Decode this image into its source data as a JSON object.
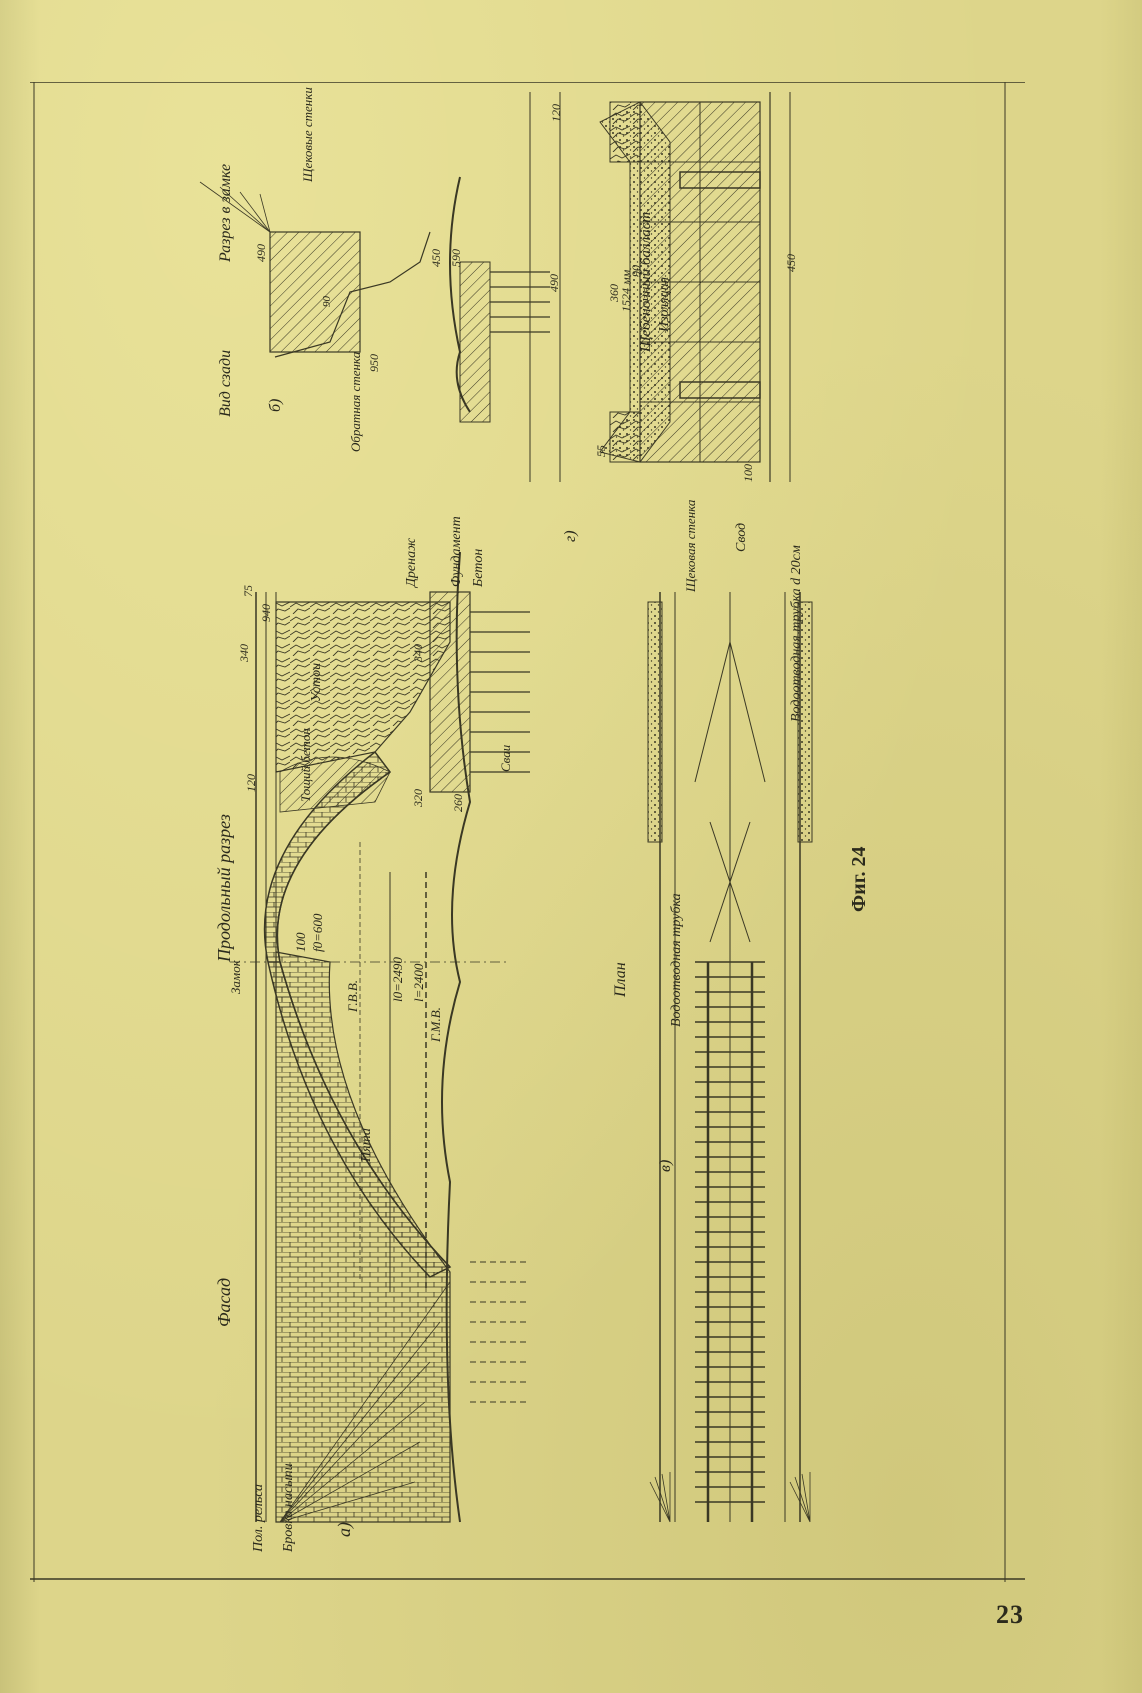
{
  "figure": {
    "caption": "Фиг. 24",
    "page_number": "23"
  },
  "panel_a": {
    "marker": "а)",
    "title_facade": "Фасад",
    "title_section": "Продольный разрез",
    "labels": {
      "road_level": "Пол. рельса",
      "embankment_edge": "Бровка насыпи",
      "key": "Замок",
      "heel": "Пята",
      "abutment": "Устои",
      "lean_concrete": "Тощий бетон",
      "drainage": "Дренаж",
      "foundation": "Фундамент",
      "concrete": "Бетон",
      "piles": "Сваи",
      "high_water": "Г.В.В.",
      "low_water": "Г.М.В."
    },
    "dimensions": {
      "clear_span": "l0=2490",
      "span": "l=2400",
      "rise": "f0=600",
      "crown_thickness": "100",
      "d_120": "120",
      "d_340": "340",
      "d_940": "940",
      "d_320": "320",
      "d_340b": "340",
      "d_75": "75",
      "d_260": "260"
    }
  },
  "panel_b": {
    "marker": "б)",
    "title_rear": "Вид сзади",
    "title_key_section": "Разрез в замке",
    "labels": {
      "cheek_wall": "Щековые стенки",
      "retaining_wall": "Обратная стенка"
    },
    "dimensions": {
      "d_490": "490",
      "d_950": "950",
      "d_450": "450",
      "d_590": "590",
      "d_90": "90"
    }
  },
  "panel_v": {
    "marker": "в)",
    "title": "План",
    "labels": {
      "drain_pipe": "Водоотводная трубка"
    }
  },
  "panel_g": {
    "marker": "г)",
    "labels": {
      "ballast": "Щебеночный балласт",
      "insulation": "Изоляция",
      "cheek_wall": "Щековая стенка",
      "vault": "Свод",
      "drain_pipe": "Водоотводная трубка d 20см"
    },
    "dimensions": {
      "d_120": "120",
      "d_490": "490",
      "d_360": "360",
      "d_gauge": "1524 мм",
      "d_90": "90",
      "d_450": "450",
      "d_55": "55",
      "d_100": "100"
    }
  },
  "colors": {
    "paper": "#ddd58a",
    "ink": "#2b2a1c"
  }
}
